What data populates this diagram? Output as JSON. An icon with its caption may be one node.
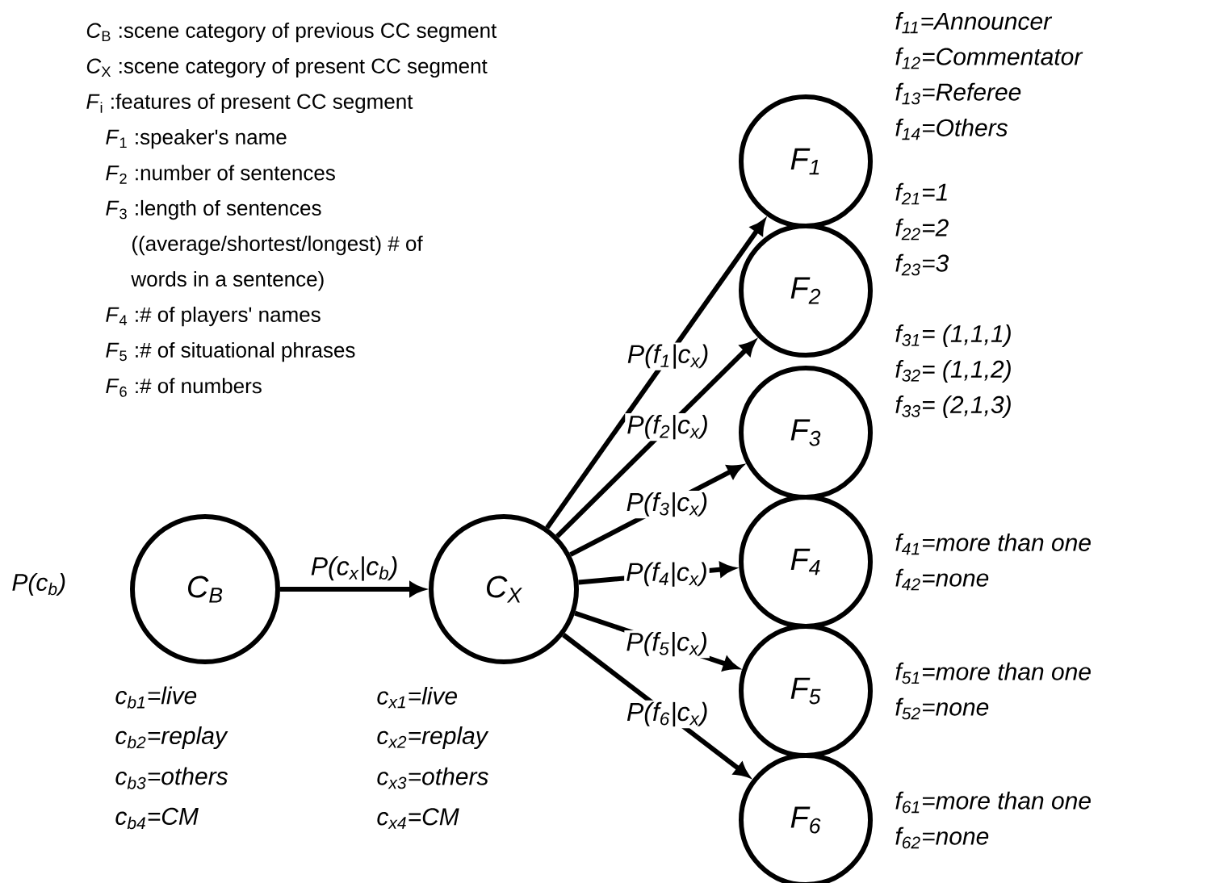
{
  "diagram": {
    "nodes": [
      {
        "text": [
          "C$_{B}$"
        ],
        "beside": [
          "P(c$_{b}$)",
          "c$_{b1}$=live",
          "c$_{b2}$=replay",
          "c$_{b3}$=others",
          "c$_{b4}$=CM"
        ]
      },
      {
        "text": [
          "C$_{X}$"
        ],
        "beside": [
          "c$_{x1}$=live",
          "c$_{x2}$=replay",
          "c$_{x3}$=others",
          "c$_{x4}$=CM"
        ]
      },
      {
        "text": [
          "F$_{1}$"
        ],
        "beside": [
          "f$_{11}$=Announcer",
          "f$_{12}$=Commentator",
          "f$_{13}$=Referee",
          "f$_{14}$=Others"
        ]
      },
      {
        "text": [
          "F$_{2}$"
        ],
        "beside": [
          "f$_{21}$=1",
          "f$_{22}$=2",
          "f$_{23}$=3"
        ]
      },
      {
        "text": [
          "F$_{3}$"
        ],
        "beside": [
          "f$_{31}$= (1,1,1)",
          "f$_{32}$= (1,1,2)",
          "f$_{33}$= (2,1,3)"
        ]
      },
      {
        "text": [
          "F$_{4}$"
        ],
        "beside": [
          "f$_{41}$=more than one",
          "f$_{42}$=none"
        ]
      },
      {
        "text": [
          "F$_{5}$"
        ],
        "beside": [
          "f$_{51}$=more than one",
          "f$_{52}$=none"
        ]
      },
      {
        "text": [
          "F$_{6}$"
        ],
        "beside": [
          "f$_{61}$=more than one",
          "f$_{62}$=none"
        ]
      }
    ],
    "edges": [
      {
        "from": 0,
        "to": 1,
        "arrow": "to",
        "label": "P(c$_{x}$|c$_{b}$)"
      },
      {
        "from": 1,
        "to": 2,
        "arrow": "to",
        "label": "P(f$_{1}$|c$_{x}$)"
      },
      {
        "from": 1,
        "to": 3,
        "arrow": "to",
        "label": "P(f$_{2}$|c$_{x}$)"
      },
      {
        "from": 1,
        "to": 4,
        "arrow": "to",
        "label": "P(f$_{3}$|c$_{x}$)"
      },
      {
        "from": 1,
        "to": 5,
        "arrow": "to",
        "label": "P(f$_{4}$|c$_{x}$)"
      },
      {
        "from": 1,
        "to": 6,
        "arrow": "to",
        "label": "P(f$_{5}$|c$_{x}$)"
      },
      {
        "from": 1,
        "to": 7,
        "arrow": "to",
        "label": "P(f$_{6}$|c$_{x}$)"
      }
    ],
    "labels": [
      "*C*$_{B}$ :scene category of previous CC segment",
      "*C*$_{X}$ :scene category of present CC segment",
      "*F*$_{i}$ :features of present CC segment",
      "*F*$_{1}$ :speaker's name",
      "*F*$_{2}$ :number of sentences",
      "*F*$_{3}$ :length of sentences",
      "((average/shortest/longest) # of words in a sentence)",
      "*F*$_{4}$ :# of players' names",
      "*F*$_{5}$ :# of situational phrases",
      "*F*$_{6}$ :# of numbers"
    ]
  }
}
